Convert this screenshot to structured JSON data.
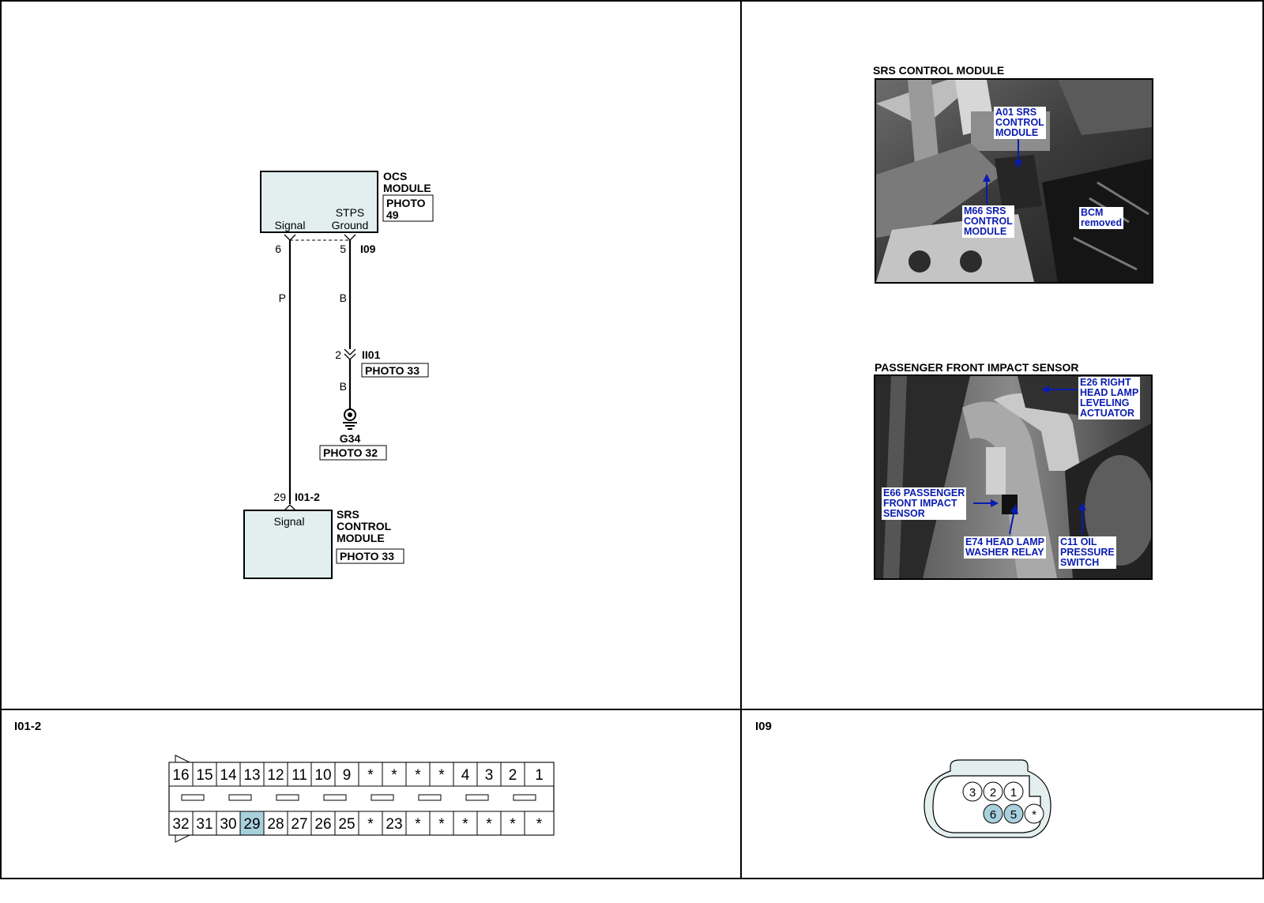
{
  "schematic": {
    "ocs_module": {
      "name": "OCS\nMODULE",
      "photo": "PHOTO\n49",
      "pin_signal": "Signal",
      "pin_stps": "STPS",
      "pin_ground": "Ground"
    },
    "connector_top": "I09",
    "pins_top": [
      "6",
      "5"
    ],
    "wire_colors": {
      "left": "P",
      "right_upper": "B",
      "right_lower": "B"
    },
    "inline_connector": {
      "id": "II01",
      "pin": "2",
      "photo": "PHOTO 33"
    },
    "ground": {
      "id": "G34",
      "photo": "PHOTO 32"
    },
    "srs_pin": "29",
    "srs_connector": "I01-2",
    "srs_module": {
      "name": "SRS\nCONTROL\nMODULE",
      "pin_signal": "Signal",
      "photo": "PHOTO 33"
    }
  },
  "photos": [
    {
      "title": "SRS CONTROL MODULE",
      "callouts": [
        "A01 SRS\nCONTROL\nMODULE",
        "M66 SRS\nCONTROL\nMODULE",
        "BCM\nremoved"
      ]
    },
    {
      "title": "PASSENGER FRONT IMPACT SENSOR",
      "callouts": [
        "E26 RIGHT\nHEAD LAMP\nLEVELING\nACTUATOR",
        "E66 PASSENGER\nFRONT IMPACT\nSENSOR",
        "E74 HEAD LAMP\nWASHER RELAY",
        "C11 OIL\nPRESSURE\nSWITCH"
      ]
    }
  ],
  "connector_views": {
    "i01_2": {
      "label": "I01-2",
      "top_row": [
        "16",
        "15",
        "14",
        "13",
        "12",
        "11",
        "10",
        "9",
        "*",
        "*",
        "*",
        "*",
        "4",
        "3",
        "2",
        "1"
      ],
      "bottom_row": [
        "32",
        "31",
        "30",
        "29",
        "28",
        "27",
        "26",
        "25",
        "*",
        "23",
        "*",
        "*",
        "*",
        "*",
        "*",
        "*"
      ],
      "highlighted": [
        "29"
      ]
    },
    "i09": {
      "label": "I09",
      "top_row": [
        "3",
        "2",
        "1"
      ],
      "bottom_row": [
        "6",
        "5",
        "*"
      ],
      "highlighted": [
        "6",
        "5"
      ]
    }
  },
  "colors": {
    "module_fill": "#e3efef",
    "highlight": "#a8d0dd",
    "callout_text": "#0a1bb0",
    "line": "#000000"
  }
}
